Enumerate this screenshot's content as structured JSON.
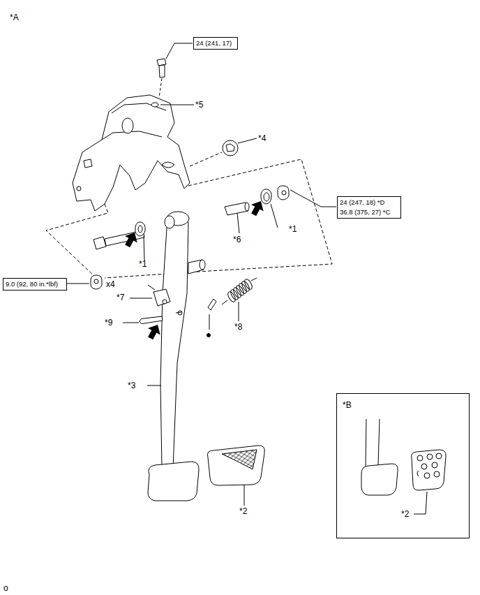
{
  "diagram": {
    "nodes": [
      {
        "text": [
          "24 (241, 17)"
        ]
      },
      {
        "text": [
          "24 (247, 18) *D",
          "36.8 (375, 27) *C"
        ]
      },
      {
        "text": [
          "9.0 (92, 80 in.*lbf)"
        ]
      },
      {
        "text": [
          "*B",
          "*2"
        ]
      }
    ],
    "labels": [
      "*A",
      "*5",
      "*4",
      "*1",
      "*6",
      "*1",
      "x4",
      "*7",
      "*9",
      "*8",
      "*3",
      "*2",
      "o"
    ]
  }
}
